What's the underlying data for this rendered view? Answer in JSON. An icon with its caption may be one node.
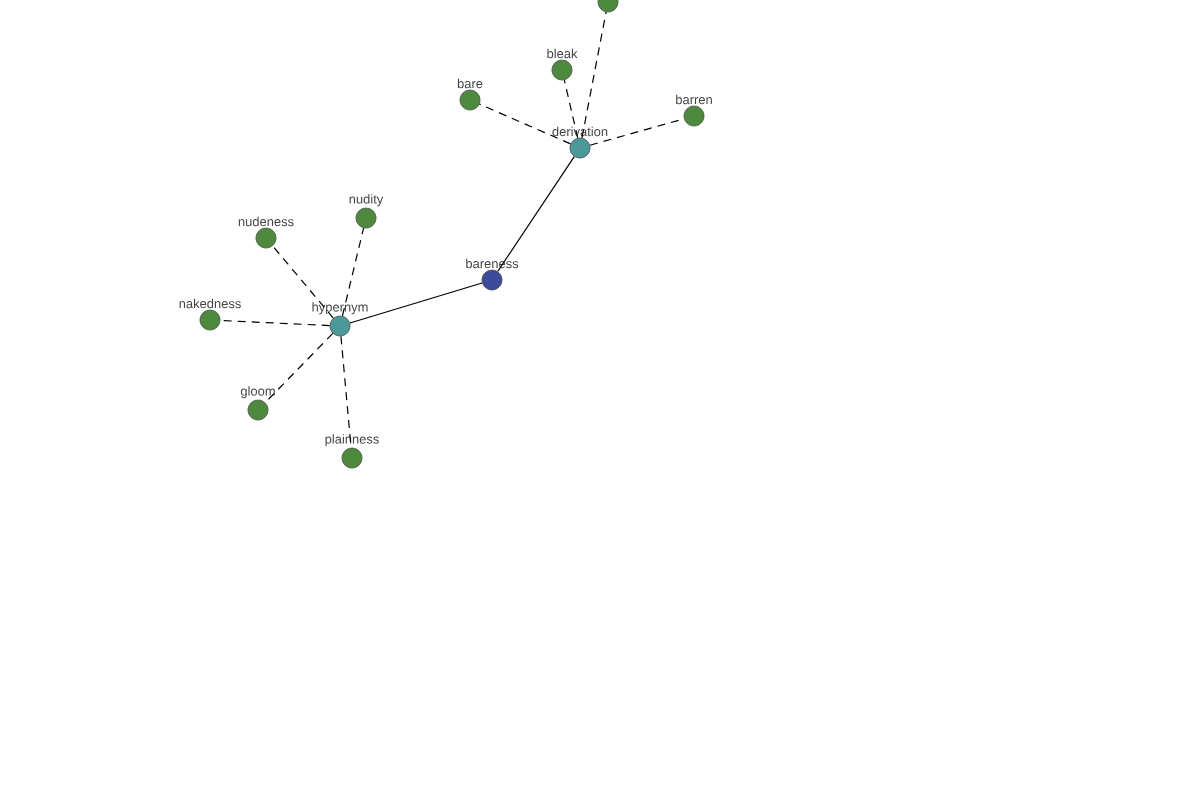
{
  "diagram": {
    "nodes": [
      {
        "text": [
          "bareness"
        ]
      },
      {
        "text": [
          "derivation"
        ]
      },
      {
        "text": [
          "hypernym"
        ]
      },
      {
        "text": [
          "bare"
        ]
      },
      {
        "text": [
          "bleak"
        ]
      },
      {
        "text": [
          "barren"
        ]
      },
      {
        "text": [],
        "shape": "circle"
      },
      {
        "text": [
          "nudeness"
        ]
      },
      {
        "text": [
          "nudity"
        ]
      },
      {
        "text": [
          "nakedness"
        ]
      },
      {
        "text": [
          "gloom"
        ]
      },
      {
        "text": [
          "plainness"
        ]
      }
    ],
    "edges": [
      {
        "from": 0,
        "to": 1,
        "arrow": "none"
      },
      {
        "from": 0,
        "to": 2,
        "arrow": "none"
      },
      {
        "from": 1,
        "to": 3,
        "arrow": "none",
        "style": "dashed"
      },
      {
        "from": 1,
        "to": 4,
        "arrow": "none",
        "style": "dashed"
      },
      {
        "from": 1,
        "to": 5,
        "arrow": "none",
        "style": "dashed"
      },
      {
        "from": 1,
        "to": 6,
        "arrow": "none",
        "style": "dashed"
      },
      {
        "from": 2,
        "to": 7,
        "arrow": "none",
        "style": "dashed"
      },
      {
        "from": 2,
        "to": 8,
        "arrow": "none",
        "style": "dashed"
      },
      {
        "from": 2,
        "to": 9,
        "arrow": "none",
        "style": "dashed"
      },
      {
        "from": 2,
        "to": 10,
        "arrow": "none",
        "style": "dashed"
      },
      {
        "from": 2,
        "to": 11,
        "arrow": "none",
        "style": "dashed"
      }
    ]
  }
}
